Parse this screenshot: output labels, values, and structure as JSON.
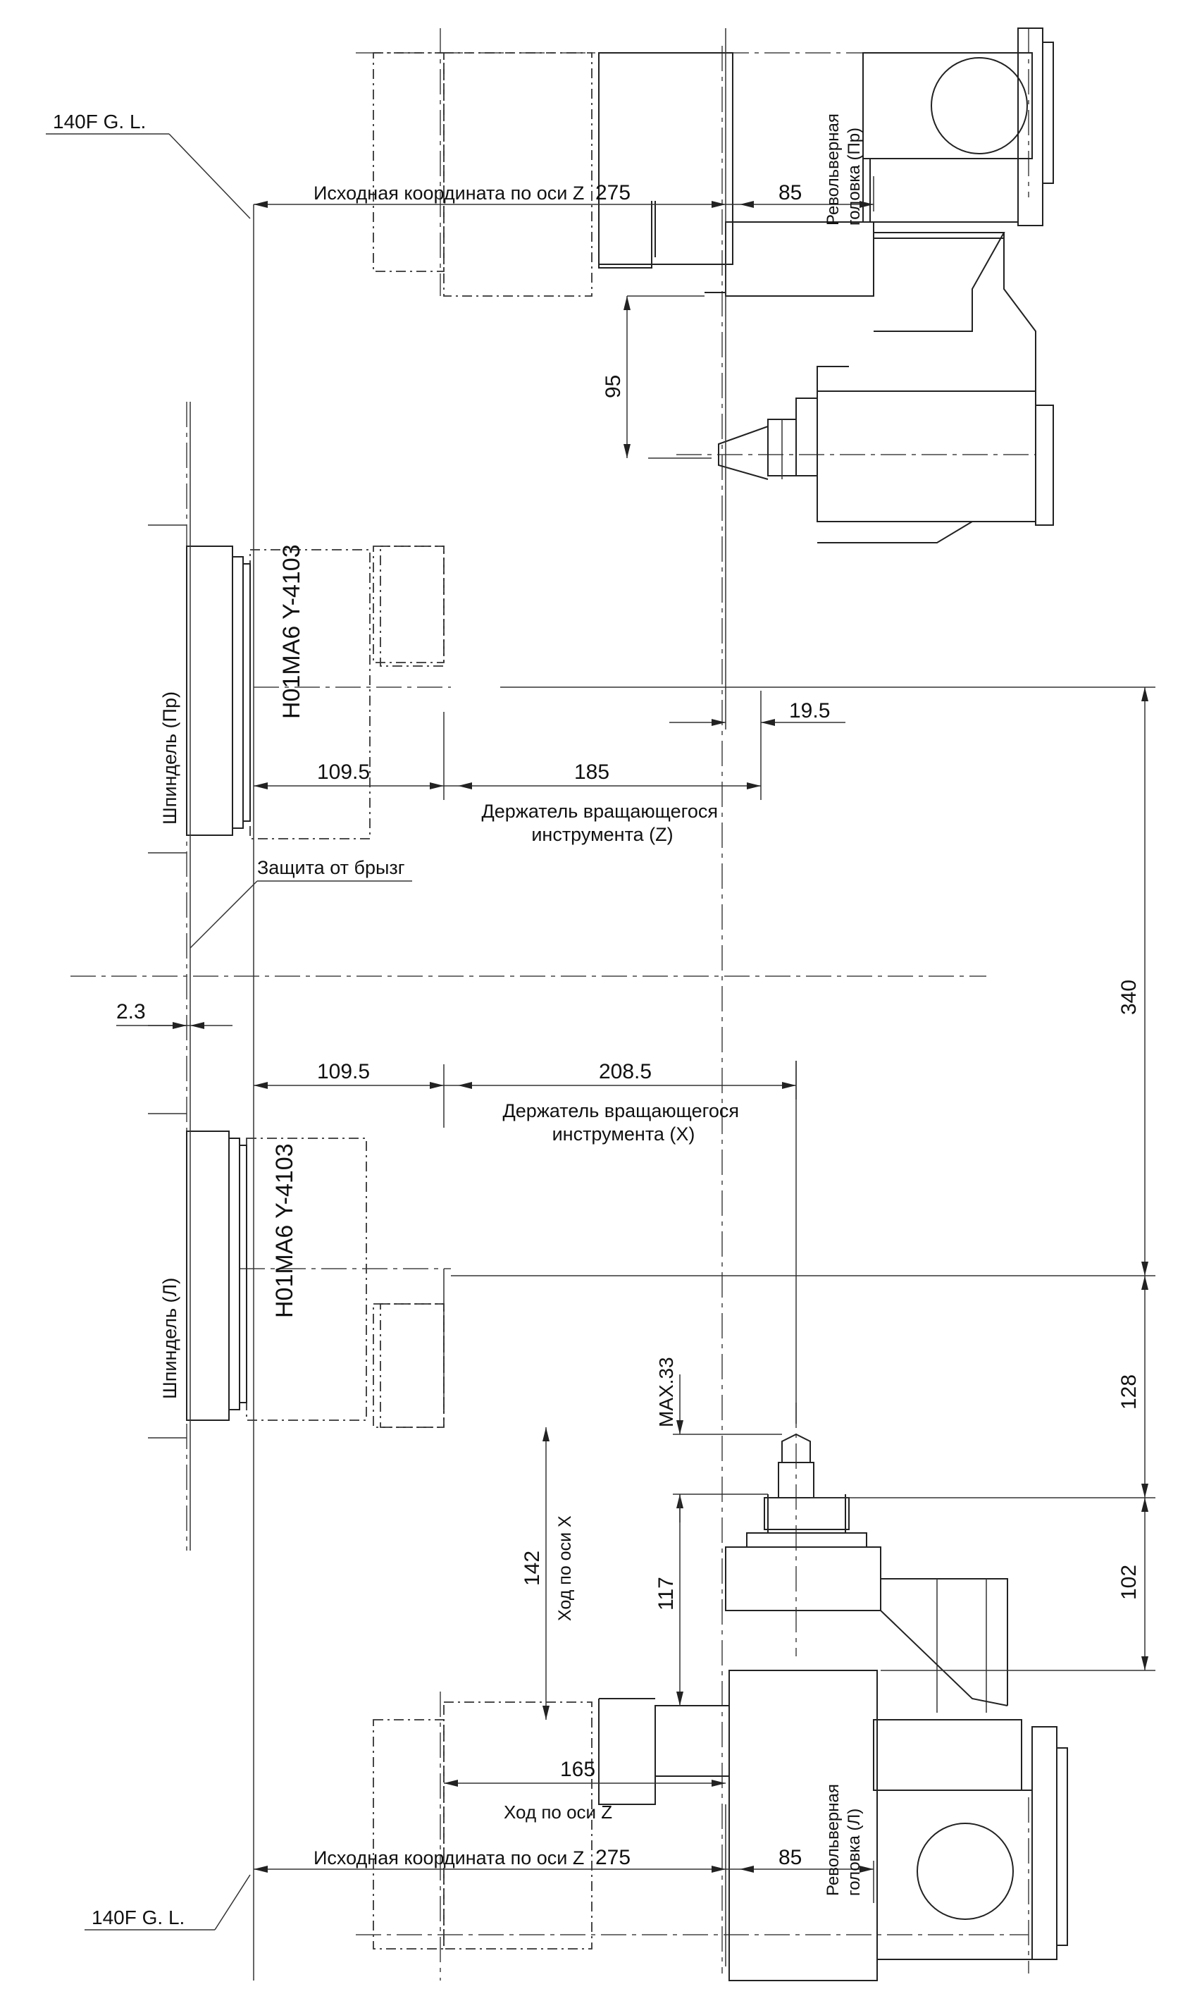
{
  "labels": {
    "gl_top": "140F G. L.",
    "gl_bottom": "140F G. L.",
    "z_origin_top": "Исходная координата по оси Z",
    "z_origin_bottom": "Исходная координата по оси Z",
    "turret_right_1": "Револьверная",
    "turret_right_2": "головка (Пр)",
    "turret_left_1": "Револьверная",
    "turret_left_2": "головка (Л)",
    "spindle_right": "Шпиндель (Пр)",
    "spindle_left": "Шпиндель (Л)",
    "part_code_top": "H01MA6 Y-4103",
    "part_code_bottom": "H01MA6 Y-4103",
    "holder_z_1": "Держатель вращающегося",
    "holder_z_2": "инструмента (Z)",
    "holder_x_1": "Держатель вращающегося",
    "holder_x_2": "инструмента (X)",
    "splash_guard": "Защита от брызг",
    "x_travel": "Ход по оси X",
    "z_travel": "Ход по оси Z"
  },
  "dims": {
    "d275_top": "275",
    "d85_top": "85",
    "d95": "95",
    "d19_5": "19.5",
    "d109_5_top": "109.5",
    "d185": "185",
    "d340": "340",
    "d2_3": "2.3",
    "d109_5_bottom": "109.5",
    "d208_5": "208.5",
    "d128": "128",
    "dmax33": "MAX.33",
    "d142": "142",
    "d117": "117",
    "d102": "102",
    "d165": "165",
    "d275_bottom": "275",
    "d85_bottom": "85"
  }
}
